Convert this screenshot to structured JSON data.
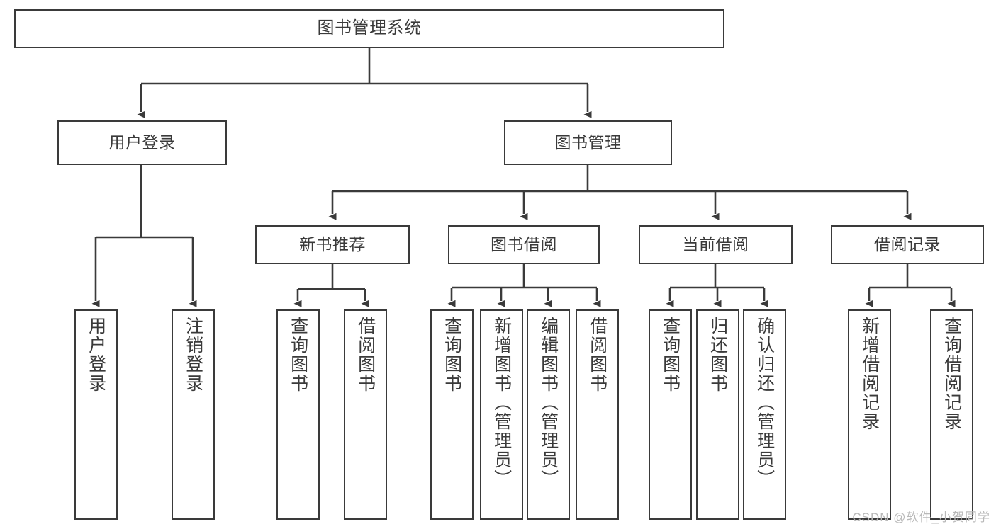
{
  "diagram": {
    "title": "图书管理系统",
    "line_color": "#3a3a3a",
    "box_fill": "#ffffff",
    "watermark": "CSDN @软件_小贺同学",
    "nodes": {
      "root": {
        "label": "图书管理系统"
      },
      "level1": [
        {
          "id": "user-login",
          "label": "用户登录"
        },
        {
          "id": "book-manage",
          "label": "图书管理"
        }
      ],
      "level2": [
        {
          "id": "new-book-recommend",
          "label": "新书推荐"
        },
        {
          "id": "book-borrow",
          "label": "图书借阅"
        },
        {
          "id": "current-borrow",
          "label": "当前借阅"
        },
        {
          "id": "borrow-record",
          "label": "借阅记录"
        }
      ],
      "leaves": {
        "user_login": [
          {
            "id": "leaf-user-login",
            "label": "用户登录"
          },
          {
            "id": "leaf-logout-login",
            "label": "注销登录"
          }
        ],
        "new_book_recommend": [
          {
            "id": "leaf-query-book-1",
            "label": "查询图书"
          },
          {
            "id": "leaf-borrow-book-1",
            "label": "借阅图书"
          }
        ],
        "book_borrow": [
          {
            "id": "leaf-query-book-2",
            "label": "查询图书"
          },
          {
            "id": "leaf-add-book",
            "label": "新增图书（管理员）"
          },
          {
            "id": "leaf-edit-book",
            "label": "编辑图书（管理员）"
          },
          {
            "id": "leaf-borrow-book-2",
            "label": "借阅图书"
          }
        ],
        "current_borrow": [
          {
            "id": "leaf-query-book-3",
            "label": "查询图书"
          },
          {
            "id": "leaf-return-book",
            "label": "归还图书"
          },
          {
            "id": "leaf-confirm-return",
            "label": "确认归还（管理员）"
          }
        ],
        "borrow_record": [
          {
            "id": "leaf-add-record",
            "label": "新增借阅记录"
          },
          {
            "id": "leaf-query-record",
            "label": "查询借阅记录"
          }
        ]
      }
    }
  }
}
